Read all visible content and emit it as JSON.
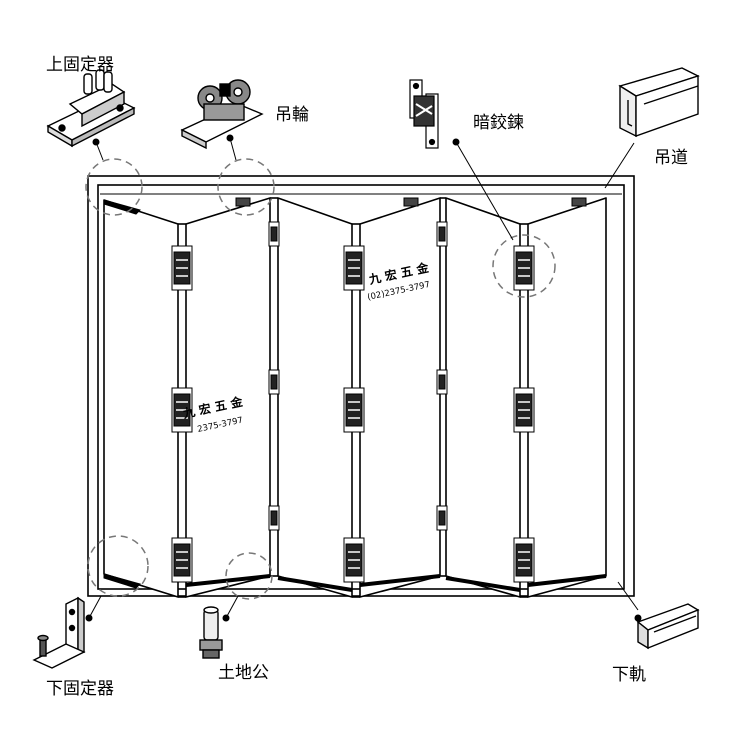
{
  "labels": {
    "top_fixer": "上固定器",
    "hanger_wheel": "吊輪",
    "concealed_hinge": "暗鉸鍊",
    "hanging_track": "吊道",
    "bottom_fixer": "下固定器",
    "floor_socket": "土地公",
    "bottom_rail": "下軌"
  },
  "watermark": {
    "name": "九 宏 五 金",
    "phone": "(02)2375-3797",
    "phone_partial": "2375-3797"
  }
}
